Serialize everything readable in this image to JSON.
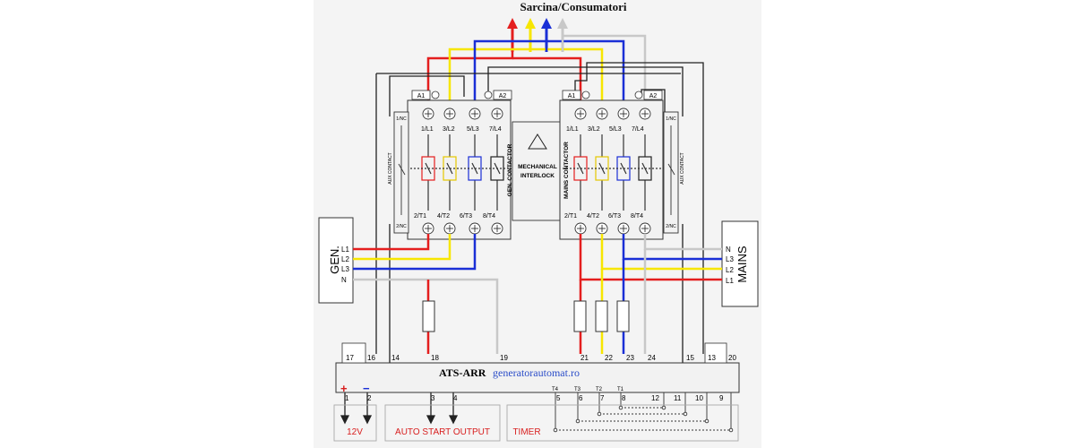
{
  "title": "Sarcina/Consumatori",
  "gen_contactor": {
    "a1": "A1",
    "a2": "A2",
    "top_terms": [
      "1/L1",
      "3/L2",
      "5/L3",
      "7/L4"
    ],
    "bottom_terms": [
      "2/T1",
      "4/T2",
      "6/T3",
      "8/T4"
    ],
    "label": "GEN. CONTACTOR",
    "aux_label": "AUX CONTACT",
    "aux_top": "1/NC",
    "aux_bottom": "2/NC"
  },
  "mains_contactor": {
    "a1": "A1",
    "a2": "A2",
    "top_terms": [
      "1/L1",
      "3/L2",
      "5/L3",
      "7/L4"
    ],
    "bottom_terms": [
      "2/T1",
      "4/T2",
      "6/T3",
      "8/T4"
    ],
    "label": "MAINS CONTACTOR",
    "aux_label": "AUX CONTACT",
    "aux_top": "1/NC",
    "aux_bottom": "2/NC"
  },
  "interlock": {
    "line1": "MECHANICAL",
    "line2": "INTERLOCK"
  },
  "generator": {
    "label": "GEN.",
    "lines": [
      "L1",
      "L2",
      "L3",
      "N"
    ]
  },
  "mains": {
    "label": "MAINS",
    "lines": [
      "N",
      "L3",
      "L2",
      "L1"
    ]
  },
  "controller": {
    "name": "ATS-ARR",
    "site": "generatorautomat.ro",
    "top_terminals": [
      "17",
      "16",
      "14",
      "18",
      "19",
      "21",
      "22",
      "23",
      "24",
      "15",
      "13",
      "20"
    ],
    "bottom_terminals": [
      "1",
      "2",
      "3",
      "4",
      "5",
      "6",
      "7",
      "8",
      "12",
      "11",
      "10",
      "9"
    ],
    "timer_taps": [
      "T4",
      "T3",
      "T2",
      "T1"
    ],
    "plus": "+",
    "minus": "−"
  },
  "outputs": {
    "v12": "12V",
    "auto_start": "AUTO START OUTPUT",
    "timer": "TIMER"
  },
  "colors": {
    "l1": "#e41e1e",
    "l2": "#f7e600",
    "l3": "#1a2fd6",
    "n": "#c8c8c8",
    "wire": "#222222",
    "panel": "#f2f2f2",
    "label_red": "#d81e1e",
    "site_blue": "#2a4cc8"
  }
}
